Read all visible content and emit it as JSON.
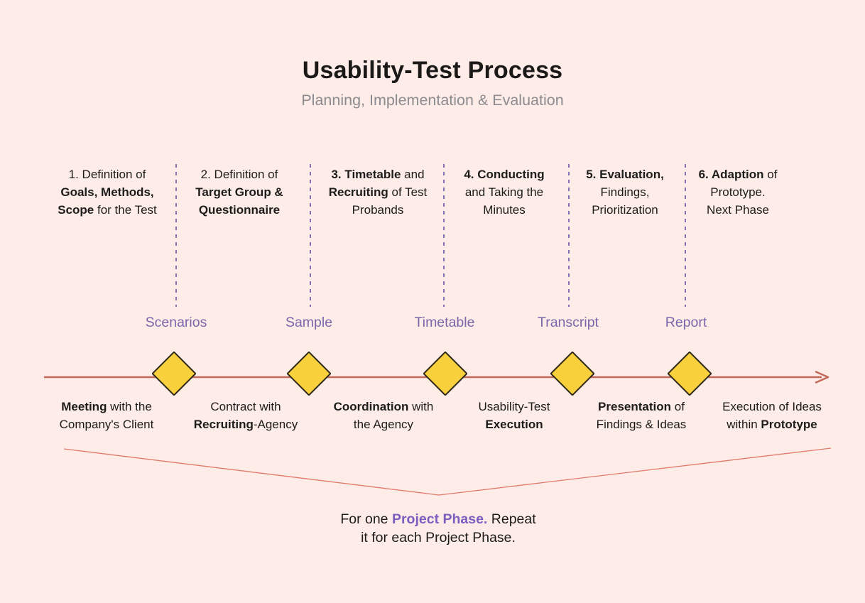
{
  "header": {
    "title": "Usability-Test Process",
    "subtitle": "Planning, Implementation & Evaluation"
  },
  "phases": [
    {
      "lines": [
        [
          {
            "t": "1. Definition of"
          }
        ],
        [
          {
            "t": "Goals, Methods,",
            "b": true
          }
        ],
        [
          {
            "t": "Scope",
            "b": true
          },
          {
            "t": " for the Test"
          }
        ]
      ]
    },
    {
      "lines": [
        [
          {
            "t": "2. Definition of"
          }
        ],
        [
          {
            "t": "Target Group &",
            "b": true
          }
        ],
        [
          {
            "t": "Questionnaire",
            "b": true
          }
        ]
      ]
    },
    {
      "lines": [
        [
          {
            "t": "3. ",
            "b": true
          },
          {
            "t": "Timetable",
            "b": true
          },
          {
            "t": " and"
          }
        ],
        [
          {
            "t": "Recruiting",
            "b": true
          },
          {
            "t": " of Test"
          }
        ],
        [
          {
            "t": "Probands"
          }
        ]
      ]
    },
    {
      "lines": [
        [
          {
            "t": "4. ",
            "b": true
          },
          {
            "t": "Conducting",
            "b": true
          }
        ],
        [
          {
            "t": "and Taking the"
          }
        ],
        [
          {
            "t": "Minutes"
          }
        ]
      ]
    },
    {
      "lines": [
        [
          {
            "t": "5. ",
            "b": true
          },
          {
            "t": "Evaluation,",
            "b": true
          }
        ],
        [
          {
            "t": "Findings,"
          }
        ],
        [
          {
            "t": "Prioritization"
          }
        ]
      ]
    },
    {
      "lines": [
        [
          {
            "t": "6. ",
            "b": true
          },
          {
            "t": "Adaption",
            "b": true
          },
          {
            "t": " of"
          }
        ],
        [
          {
            "t": "Prototype."
          }
        ],
        [
          {
            "t": "Next Phase"
          }
        ]
      ]
    }
  ],
  "milestones": [
    {
      "label": "Scenarios"
    },
    {
      "label": "Sample"
    },
    {
      "label": "Timetable"
    },
    {
      "label": "Transcript"
    },
    {
      "label": "Report"
    }
  ],
  "deliverables": [
    {
      "lines": [
        [
          {
            "t": "Meeting",
            "b": true
          },
          {
            "t": " with the"
          }
        ],
        [
          {
            "t": "Company's Client"
          }
        ]
      ]
    },
    {
      "lines": [
        [
          {
            "t": "Contract with"
          }
        ],
        [
          {
            "t": "Recruiting",
            "b": true
          },
          {
            "t": "-Agency"
          }
        ]
      ]
    },
    {
      "lines": [
        [
          {
            "t": "Coordination",
            "b": true
          },
          {
            "t": " with"
          }
        ],
        [
          {
            "t": "the Agency"
          }
        ]
      ]
    },
    {
      "lines": [
        [
          {
            "t": "Usability-Test"
          }
        ],
        [
          {
            "t": "Execution",
            "b": true
          }
        ]
      ]
    },
    {
      "lines": [
        [
          {
            "t": "Presentation",
            "b": true
          },
          {
            "t": " of"
          }
        ],
        [
          {
            "t": "Findings & Ideas"
          }
        ]
      ]
    },
    {
      "lines": [
        [
          {
            "t": "Execution of Ideas"
          }
        ],
        [
          {
            "t": "within "
          },
          {
            "t": "Prototype",
            "b": true
          }
        ]
      ]
    }
  ],
  "note": {
    "lines": [
      [
        {
          "t": "For one "
        },
        {
          "t": "Project Phase.",
          "b": true,
          "c": "accent"
        },
        {
          "t": " Repeat"
        }
      ],
      [
        {
          "t": "it for each Project Phase."
        }
      ]
    ]
  },
  "colors": {
    "background": "#fdece7",
    "text_dark": "#1d1c1a",
    "subtitle_gray": "#8c8b90",
    "milestone_purple": "#7a68ab",
    "separator_purple": "#8472b4",
    "note_accent_purple": "#7b5fc0",
    "timeline_red": "#c2695a",
    "bracket_red": "#e2796a",
    "diamond_fill": "#f8d03c",
    "diamond_border": "#2f2917"
  }
}
